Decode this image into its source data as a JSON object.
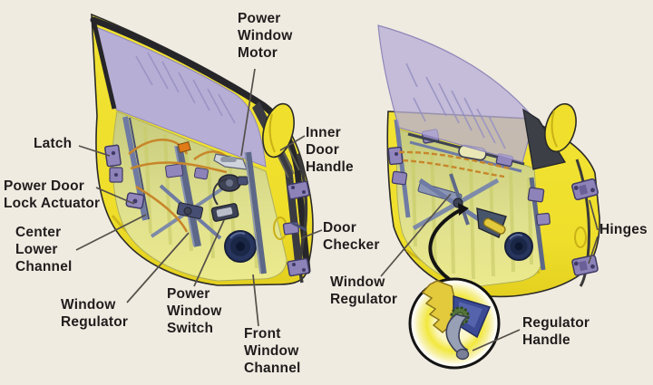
{
  "diagram": {
    "subject": "Car door internal components cutaway diagram (power-window door and manual-window door)",
    "background": "#f0ebe1",
    "text_color": "#201d1d",
    "leader_color": "#55504a",
    "colors": {
      "door_yellow": "#f0df2c",
      "door_shade": "#c9b117",
      "interior_panel_green": "#dfe08e",
      "glass_lavender": "#b7aed5",
      "frame_black": "#26262a",
      "hardware_purple": "#8d83b8",
      "channel_blue_gray": "#6f7ba3",
      "wire_orange": "#c8862a",
      "speaker_navy": "#27355e",
      "inset_glow_yellow": "#f2e83e",
      "regulator_plate_blue": "#3b4a93",
      "gear_green": "#55743b",
      "handle_gray": "#98a0b5"
    },
    "labels": {
      "left": {
        "power_window_motor": "Power\nWindow\nMotor",
        "latch": "Latch",
        "power_door_lock_actuator": "Power Door\nLock Actuator",
        "center_lower_channel": "Center\nLower\nChannel",
        "window_regulator": "Window\nRegulator",
        "power_window_switch": "Power\nWindow\nSwitch",
        "front_window_channel": "Front\nWindow\nChannel",
        "inner_door_handle": "Inner\nDoor\nHandle",
        "door_checker": "Door\nChecker"
      },
      "right": {
        "window_regulator": "Window\nRegulator",
        "hinges": "Hinges",
        "regulator_handle": "Regulator\nHandle"
      }
    }
  }
}
